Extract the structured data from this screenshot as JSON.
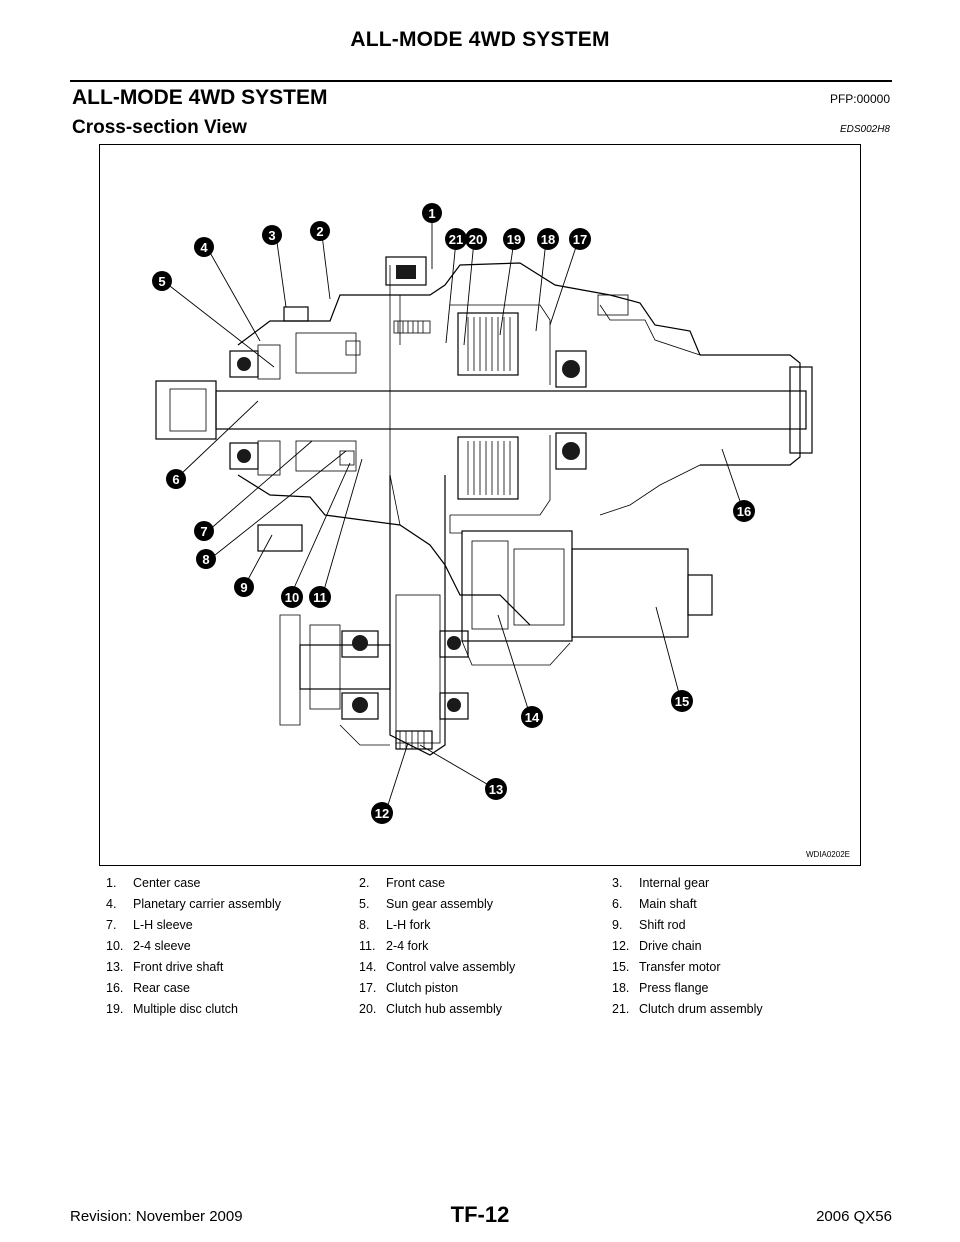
{
  "header": {
    "running_title": "ALL-MODE 4WD SYSTEM",
    "section_title": "ALL-MODE 4WD SYSTEM",
    "section_code": "PFP:00000",
    "subsection_title": "Cross-section View",
    "subsection_code": "EDS002H8"
  },
  "figure": {
    "code": "WDIA0202E",
    "callouts": [
      "1",
      "2",
      "3",
      "4",
      "5",
      "6",
      "7",
      "8",
      "9",
      "10",
      "11",
      "12",
      "13",
      "14",
      "15",
      "16",
      "17",
      "18",
      "19",
      "20",
      "21"
    ]
  },
  "legend": {
    "rows": [
      [
        {
          "num": "1.",
          "label": "Center case"
        },
        {
          "num": "2.",
          "label": "Front case"
        },
        {
          "num": "3.",
          "label": "Internal gear"
        }
      ],
      [
        {
          "num": "4.",
          "label": "Planetary carrier assembly"
        },
        {
          "num": "5.",
          "label": "Sun gear assembly"
        },
        {
          "num": "6.",
          "label": "Main shaft"
        }
      ],
      [
        {
          "num": "7.",
          "label": "L-H sleeve"
        },
        {
          "num": "8.",
          "label": "L-H fork"
        },
        {
          "num": "9.",
          "label": "Shift rod"
        }
      ],
      [
        {
          "num": "10.",
          "label": "2-4 sleeve"
        },
        {
          "num": "11.",
          "label": "2-4 fork"
        },
        {
          "num": "12.",
          "label": "Drive chain"
        }
      ],
      [
        {
          "num": "13.",
          "label": "Front drive shaft"
        },
        {
          "num": "14.",
          "label": "Control valve assembly"
        },
        {
          "num": "15.",
          "label": "Transfer motor"
        }
      ],
      [
        {
          "num": "16.",
          "label": "Rear case"
        },
        {
          "num": "17.",
          "label": "Clutch piston"
        },
        {
          "num": "18.",
          "label": "Press flange"
        }
      ],
      [
        {
          "num": "19.",
          "label": "Multiple disc clutch"
        },
        {
          "num": "20.",
          "label": "Clutch hub assembly"
        },
        {
          "num": "21.",
          "label": "Clutch drum assembly"
        }
      ]
    ]
  },
  "footer": {
    "revision": "Revision: November 2009",
    "page": "TF-12",
    "model": "2006 QX56"
  }
}
